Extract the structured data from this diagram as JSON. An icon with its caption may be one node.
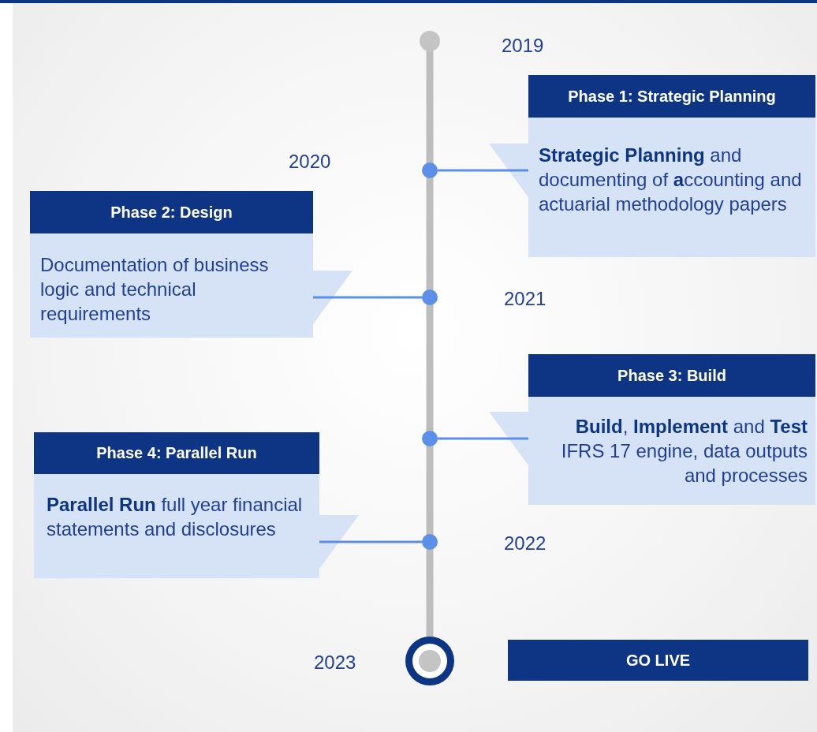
{
  "diagram": {
    "nodes": [
      {
        "text": [
          "Phase 1: Strategic Planning",
          "**Strategic Planning** and documenting of **a**ccounting and actuarial methodology papers"
        ]
      },
      {
        "text": [],
        "shape": "circle"
      },
      {
        "text": [
          "Phase 2: Design",
          "Documentation of business logic and technical requirements"
        ]
      },
      {
        "text": [],
        "shape": "circle"
      },
      {
        "text": [
          "Phase 3: Build",
          "**Build**, **Implement** and **Test** IFRS 17 engine, data outputs and processes"
        ]
      },
      {
        "text": [],
        "shape": "circle"
      },
      {
        "text": [
          "Phase 4: Parallel Run",
          "**Parallel Run** full year financial statements and disclosures"
        ]
      },
      {
        "text": [],
        "shape": "circle"
      },
      {
        "text": [
          "GO LIVE"
        ]
      }
    ],
    "edges": [
      {
        "from": 0,
        "to": 1,
        "arrow": "none"
      },
      {
        "from": 2,
        "to": 3,
        "arrow": "none"
      },
      {
        "from": 4,
        "to": 5,
        "arrow": "none"
      },
      {
        "from": 6,
        "to": 7,
        "arrow": "none"
      }
    ],
    "labels": [
      "2019",
      "2020",
      "2021",
      "2022",
      "2023"
    ]
  }
}
